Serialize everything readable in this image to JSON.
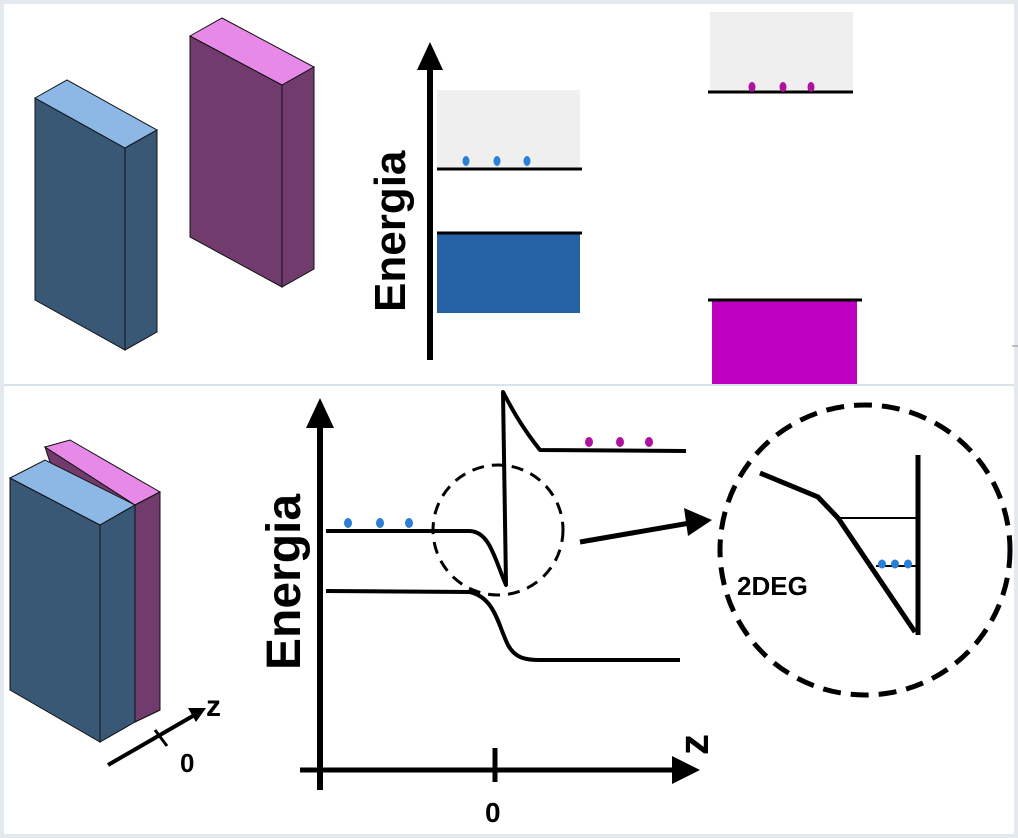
{
  "top": {
    "ylabel": "Energia"
  },
  "bottom": {
    "ylabel": "Energia",
    "xlabel": "z",
    "origin_label": "0",
    "axis_small_z": "z",
    "axis_small_0": "0",
    "zoom_label": "2DEG"
  },
  "colors": {
    "blue_block_front": "#385876",
    "blue_block_top": "#8db8e6",
    "purple_block_front": "#713b6e",
    "pink_block_top": "#e789e6",
    "blue_band": "#2462a3",
    "magenta_band": "#c000c0",
    "gray_band": "#efefef",
    "blue_dot": "#2b7fd4",
    "magenta_dot": "#b0109e",
    "divider": "#dbe3ea"
  }
}
